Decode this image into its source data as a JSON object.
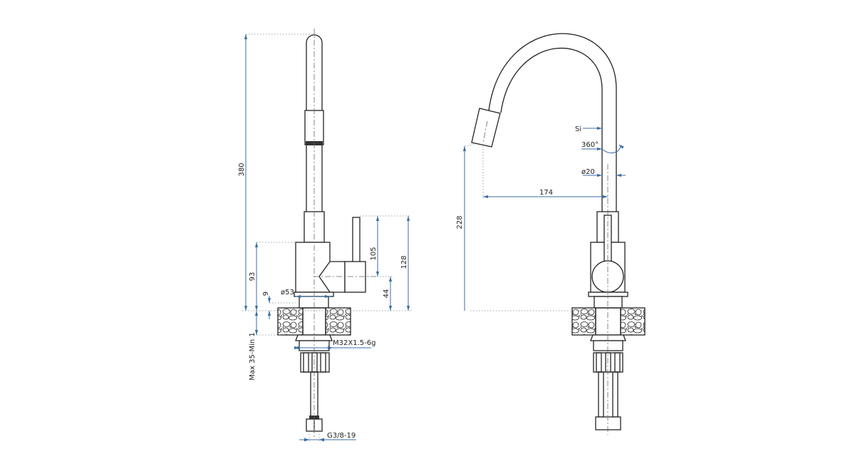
{
  "drawing": {
    "dimension_color": "#3a6ea5",
    "side_view": {
      "height_total": "380",
      "body_height": "93",
      "plate_thickness": "9",
      "base_diameter": "ø53",
      "handle_height": "105",
      "handle_total": "128",
      "handle_axis": "44",
      "counter_thickness": "Max 35-Min 1",
      "thread": "M32X1.5-6g",
      "hose_connector": "G3/8-19"
    },
    "front_view": {
      "spout_height": "228",
      "spout_reach": "174",
      "material": "Si",
      "rotation": "360°",
      "tube_diameter": "ø20"
    }
  }
}
